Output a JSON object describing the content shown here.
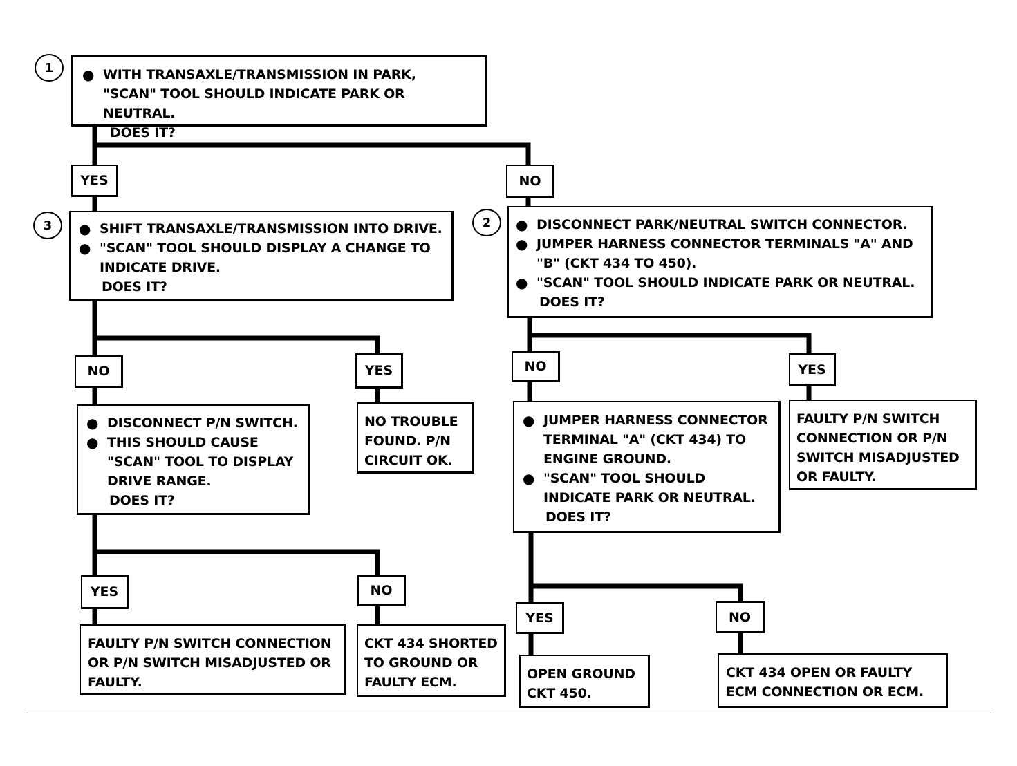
{
  "steps": {
    "s1": {
      "number": "1",
      "items": [
        "WITH TRANSAXLE/TRANSMISSION IN PARK, \"SCAN\" TOOL SHOULD INDICATE PARK OR NEUTRAL."
      ],
      "question": "DOES IT?"
    },
    "s2": {
      "number": "2",
      "items": [
        "DISCONNECT PARK/NEUTRAL SWITCH CONNECTOR.",
        "JUMPER HARNESS CONNECTOR TERMINALS \"A\" AND \"B\" (CKT 434 TO 450).",
        "\"SCAN\" TOOL SHOULD INDICATE PARK OR NEUTRAL."
      ],
      "question": "DOES IT?"
    },
    "s3": {
      "number": "3",
      "items": [
        "SHIFT TRANSAXLE/TRANSMISSION INTO DRIVE.",
        "\"SCAN\" TOOL SHOULD DISPLAY A CHANGE TO INDICATE DRIVE."
      ],
      "question": "DOES IT?"
    },
    "s4": {
      "items": [
        "DISCONNECT P/N SWITCH.",
        "THIS SHOULD CAUSE \"SCAN\" TOOL TO DISPLAY DRIVE RANGE."
      ],
      "question": "DOES IT?"
    },
    "s5": {
      "items": [
        "JUMPER HARNESS CONNECTOR TERMINAL \"A\" (CKT 434) TO ENGINE GROUND.",
        "\"SCAN\" TOOL SHOULD INDICATE PARK OR NEUTRAL."
      ],
      "question": "DOES IT?"
    }
  },
  "results": {
    "no_trouble": "NO TROUBLE FOUND. P/N CIRCUIT OK.",
    "faulty_switch_right": "FAULTY P/N SWITCH CONNECTION OR P/N SWITCH MISADJUSTED OR FAULTY.",
    "faulty_switch_left": "FAULTY P/N SWITCH CONNECTION OR P/N SWITCH MISADJUSTED OR FAULTY.",
    "ckt434_shorted": "CKT 434 SHORTED TO GROUND OR FAULTY ECM.",
    "open_ground": "OPEN GROUND CKT 450.",
    "ckt434_open": "CKT 434 OPEN OR FAULTY ECM CONNECTION OR ECM."
  },
  "labels": {
    "s1_yes": "YES",
    "s1_no": "NO",
    "s3_no": "NO",
    "s3_yes": "YES",
    "s2_no": "NO",
    "s2_yes": "YES",
    "s4_yes": "YES",
    "s4_no": "NO",
    "s5_yes": "YES",
    "s5_no": "NO"
  },
  "bullet_glyph": "●"
}
